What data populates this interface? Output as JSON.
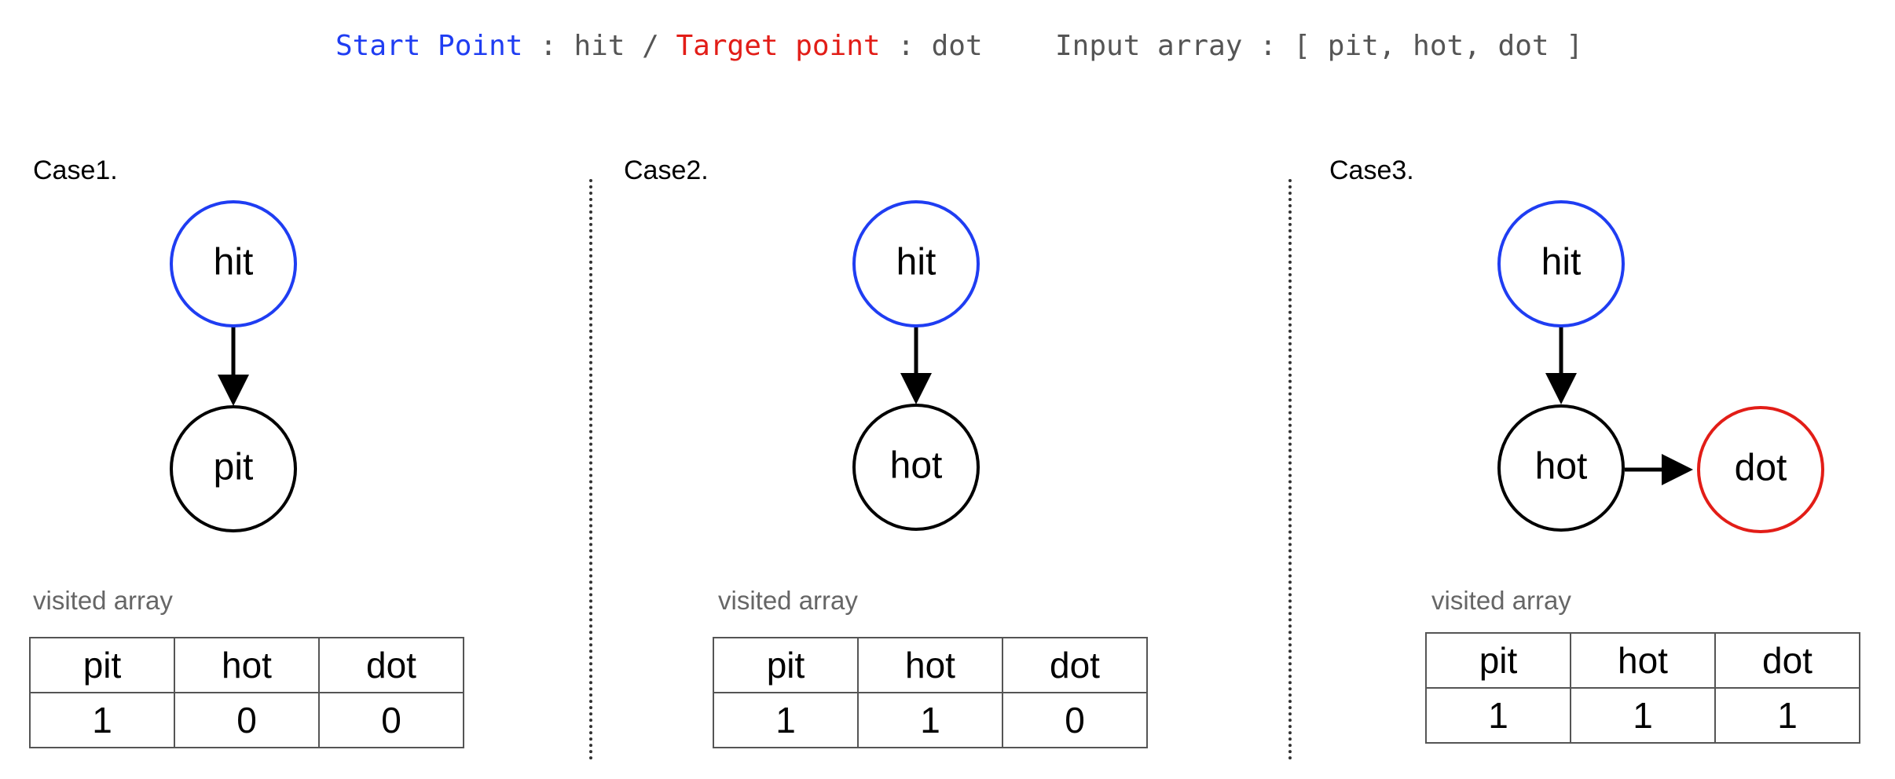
{
  "header": {
    "start_label": "Start Point",
    "start_sep": " : hit / ",
    "target_label": "Target point",
    "target_sep": " : dot",
    "input_text": "Input array : [ pit, hot, dot ]"
  },
  "colors": {
    "start": "#1f3df2",
    "target": "#e21d17",
    "normal": "#000000"
  },
  "cases": [
    {
      "label": "Case1.",
      "nodes": [
        "hit",
        "pit"
      ],
      "visited_label": "visited array",
      "headers": [
        "pit",
        "hot",
        "dot"
      ],
      "values": [
        "1",
        "0",
        "0"
      ]
    },
    {
      "label": "Case2.",
      "nodes": [
        "hit",
        "hot"
      ],
      "visited_label": "visited array",
      "headers": [
        "pit",
        "hot",
        "dot"
      ],
      "values": [
        "1",
        "1",
        "0"
      ]
    },
    {
      "label": "Case3.",
      "nodes": [
        "hit",
        "hot",
        "dot"
      ],
      "visited_label": "visited array",
      "headers": [
        "pit",
        "hot",
        "dot"
      ],
      "values": [
        "1",
        "1",
        "1"
      ]
    }
  ]
}
